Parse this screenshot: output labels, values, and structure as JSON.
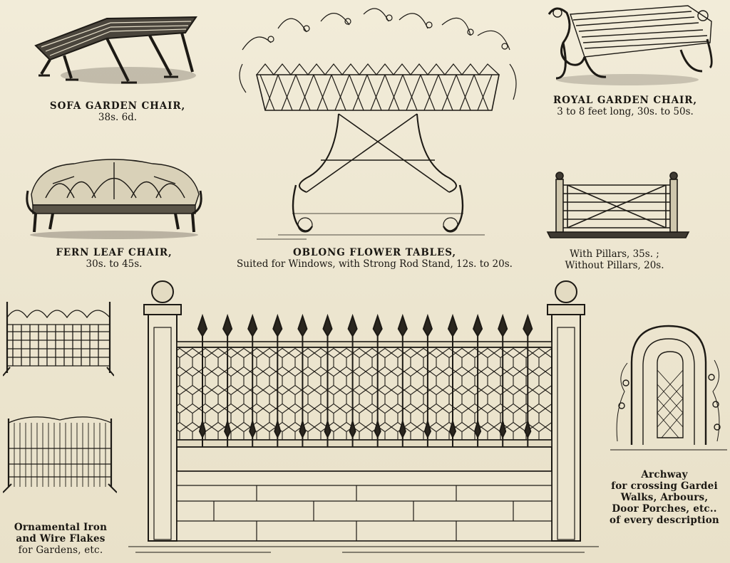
{
  "items": {
    "sofa_chair": {
      "title": "SOFA GARDEN CHAIR,",
      "price": "38s. 6d."
    },
    "royal_chair": {
      "title": "ROYAL GARDEN CHAIR,",
      "price": "3 to 8 feet long, 30s. to 50s."
    },
    "fern_chair": {
      "title": "FERN LEAF CHAIR,",
      "price": "30s. to 45s."
    },
    "flower_tables": {
      "title": "OBLONG FLOWER TABLES,",
      "price": "Suited for Windows, with Strong Rod Stand, 12s. to 20s."
    },
    "gate": {
      "line1": "With Pillars, 35s. ;",
      "line2": "Without Pillars, 20s."
    },
    "wire_flakes": {
      "line1": "Ornamental Iron",
      "line2": "and Wire Flakes",
      "line3": "for Gardens, etc."
    },
    "archway": {
      "line1": "Archway",
      "line2": "for crossing Gardei",
      "line3": "Walks, Arbours,",
      "line4": "Door Porches, etc..",
      "line5": "of every description"
    }
  }
}
